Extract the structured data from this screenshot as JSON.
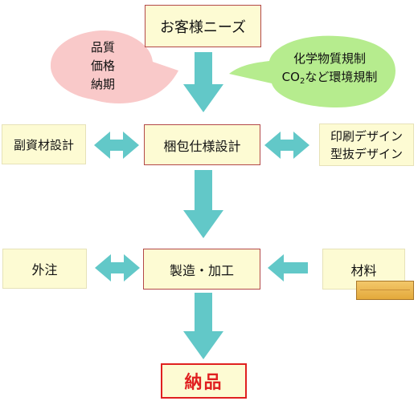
{
  "nodes": {
    "customer_needs": "お客様ニーズ",
    "design": "梱包仕様設計",
    "sub_material_design": "副資材設計",
    "print_design": "印刷デザイン",
    "die_design": "型抜デザイン",
    "manufacturing": "製造・加工",
    "outsourcing": "外注",
    "materials": "材料",
    "delivery": "納品"
  },
  "bubble_left": {
    "line1": "品質",
    "line2": "価格",
    "line3": "納期"
  },
  "bubble_right": {
    "line1": "化学物質規制",
    "co_prefix": "CO",
    "co_subscript": "2",
    "line2_rest": "など環境規制"
  },
  "colors": {
    "arrow": "#62c8c8",
    "box_fill": "#fdfbd3",
    "box_border": "#b34848",
    "bubble_left_fill": "#f9c9c9",
    "bubble_right_fill": "#b6ec8e",
    "final_border": "#e02020"
  }
}
